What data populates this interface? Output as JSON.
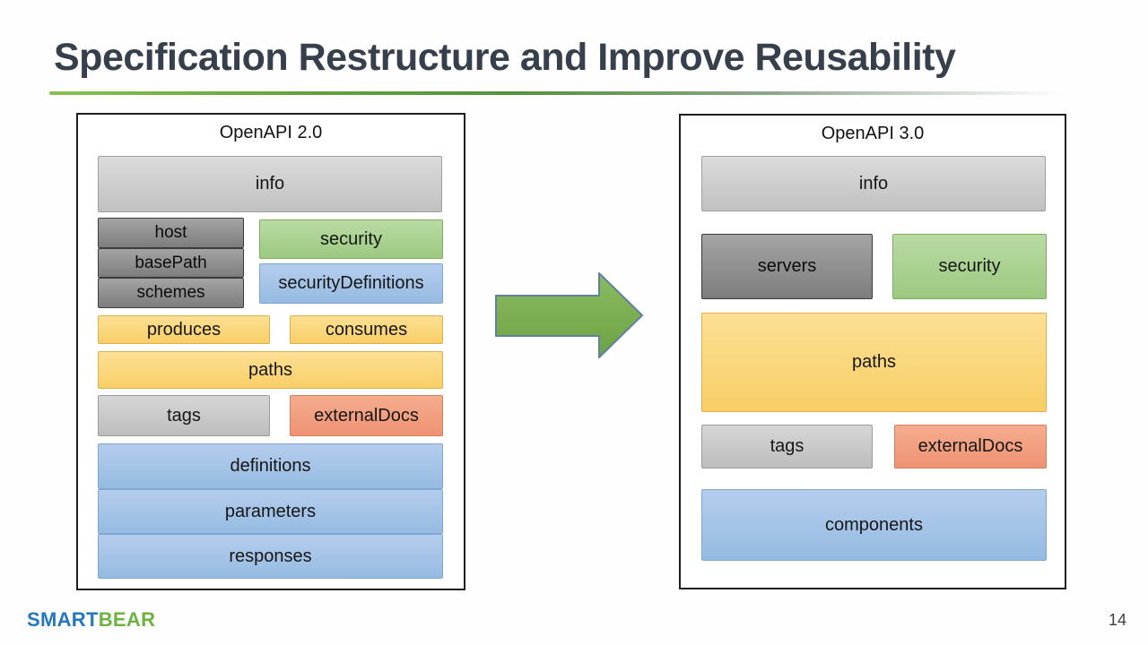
{
  "slide": {
    "title": "Specification Restructure and Improve Reusability",
    "page_number": "14",
    "logo": {
      "part_blue": "SMART",
      "part_green": "BEAR"
    }
  },
  "diagram": {
    "left_panel": {
      "title": "OpenAPI 2.0",
      "boxes": [
        {
          "label": "info",
          "color": "gray-light"
        },
        {
          "label": "host",
          "color": "gray-dark"
        },
        {
          "label": "basePath",
          "color": "gray-dark"
        },
        {
          "label": "schemes",
          "color": "gray-dark"
        },
        {
          "label": "security",
          "color": "green"
        },
        {
          "label": "securityDefinitions",
          "color": "blue"
        },
        {
          "label": "produces",
          "color": "yellow"
        },
        {
          "label": "consumes",
          "color": "yellow"
        },
        {
          "label": "paths",
          "color": "yellow"
        },
        {
          "label": "tags",
          "color": "gray-mid"
        },
        {
          "label": "externalDocs",
          "color": "salmon"
        },
        {
          "label": "definitions",
          "color": "blue"
        },
        {
          "label": "parameters",
          "color": "blue"
        },
        {
          "label": "responses",
          "color": "blue"
        }
      ]
    },
    "right_panel": {
      "title": "OpenAPI 3.0",
      "boxes": [
        {
          "label": "info",
          "color": "gray-light"
        },
        {
          "label": "servers",
          "color": "gray-dark"
        },
        {
          "label": "security",
          "color": "green"
        },
        {
          "label": "paths",
          "color": "yellow"
        },
        {
          "label": "tags",
          "color": "gray-mid"
        },
        {
          "label": "externalDocs",
          "color": "salmon"
        },
        {
          "label": "components",
          "color": "blue"
        }
      ]
    },
    "arrow": {
      "direction": "right",
      "meaning": "restructured-into"
    }
  },
  "colors": {
    "title_text": "#363f4b",
    "accent_rule_green": "#63a03c",
    "brand_blue": "#2478bd",
    "brand_green": "#6cb33f",
    "box_green": "#a9d18e",
    "box_blue": "#9dc3e6",
    "box_yellow": "#fbd26d",
    "box_salmon": "#f0a184",
    "box_gray_dark": "#8c8c8c",
    "box_gray_light": "#cecece",
    "arrow_fill": "#7cb152",
    "arrow_stroke": "#61809c"
  }
}
